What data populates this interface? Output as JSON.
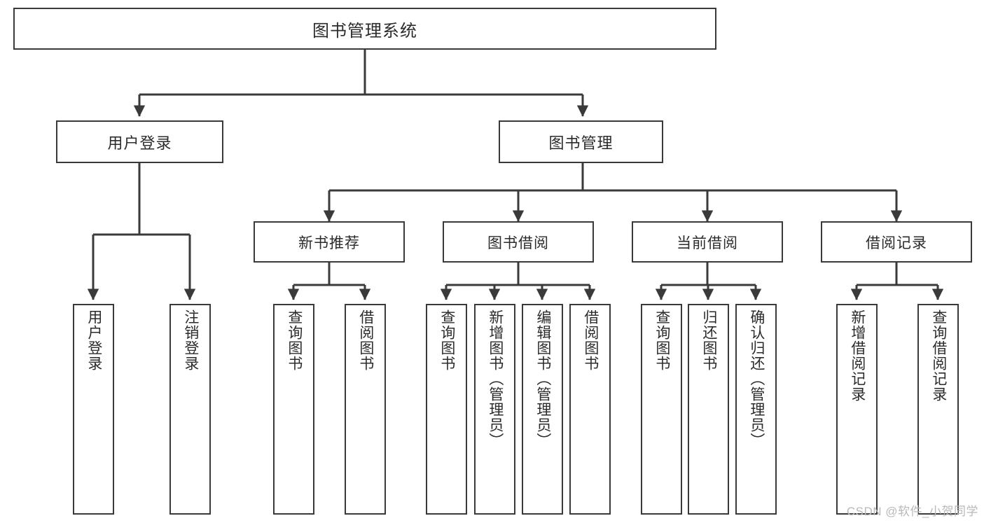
{
  "diagram": {
    "type": "tree",
    "title": "图书管理系统",
    "root": {
      "id": "root",
      "label": "图书管理系统"
    },
    "level1": [
      {
        "id": "user-login",
        "label": "用户登录"
      },
      {
        "id": "book-manage",
        "label": "图书管理"
      }
    ],
    "level2": [
      {
        "id": "new-book-recommend",
        "label": "新书推荐",
        "parent": "book-manage"
      },
      {
        "id": "book-borrow",
        "label": "图书借阅",
        "parent": "book-manage"
      },
      {
        "id": "current-borrow",
        "label": "当前借阅",
        "parent": "book-manage"
      },
      {
        "id": "borrow-record",
        "label": "借阅记录",
        "parent": "book-manage"
      }
    ],
    "leaves": [
      {
        "id": "leaf-user-login",
        "label": "用户登录",
        "parent": "user-login"
      },
      {
        "id": "leaf-logout",
        "label": "注销登录",
        "parent": "user-login"
      },
      {
        "id": "leaf-query-book-1",
        "label": "查询图书",
        "parent": "new-book-recommend"
      },
      {
        "id": "leaf-borrow-book-1",
        "label": "借阅图书",
        "parent": "new-book-recommend"
      },
      {
        "id": "leaf-query-book-2",
        "label": "查询图书",
        "parent": "book-borrow"
      },
      {
        "id": "leaf-add-book",
        "label": "新增图书（管理员）",
        "parent": "book-borrow"
      },
      {
        "id": "leaf-edit-book",
        "label": "编辑图书（管理员）",
        "parent": "book-borrow"
      },
      {
        "id": "leaf-borrow-book-2",
        "label": "借阅图书",
        "parent": "book-borrow"
      },
      {
        "id": "leaf-query-book-3",
        "label": "查询图书",
        "parent": "current-borrow"
      },
      {
        "id": "leaf-return-book",
        "label": "归还图书",
        "parent": "current-borrow"
      },
      {
        "id": "leaf-confirm-return",
        "label": "确认归还（管理员）",
        "parent": "current-borrow"
      },
      {
        "id": "leaf-add-record",
        "label": "新增借阅记录",
        "parent": "borrow-record"
      },
      {
        "id": "leaf-query-record",
        "label": "查询借阅记录",
        "parent": "borrow-record"
      }
    ],
    "colors": {
      "stroke": "#3a3a3a",
      "fill": "#ffffff",
      "text": "#2b2b2b",
      "watermark": "#b9b9b9"
    }
  },
  "watermark": {
    "text": "CSDN @软件_小贺同学"
  }
}
